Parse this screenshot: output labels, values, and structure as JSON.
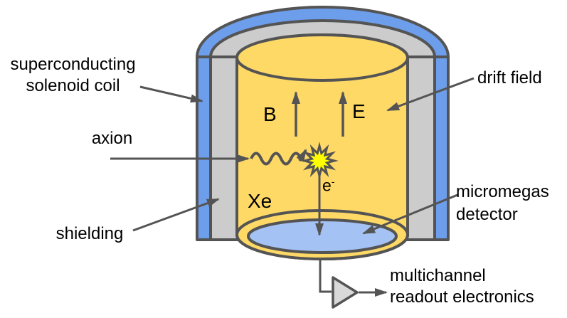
{
  "colors": {
    "coil-blue": "#6d9eeb",
    "shield-gray": "#cccccc",
    "drift-yellow": "#ffd966",
    "detector-blue": "#a4c2f4",
    "burst-yellow": "#ffff00",
    "amp-gray": "#d9d9d9",
    "stroke": "#545454",
    "text": "#000000",
    "background": "#ffffff"
  },
  "labels": {
    "solenoid_line1": "superconducting",
    "solenoid_line2": "solenoid coil",
    "axion": "axion",
    "shielding": "shielding",
    "drift_field": "drift field",
    "b_field": "B",
    "e_field": "E",
    "xenon": "Xe",
    "electron": "e",
    "electron_charge": "-",
    "micromegas_line1": "micromegas",
    "micromegas_line2": "detector",
    "readout_line1": "multichannel",
    "readout_line2": "readout electronics"
  }
}
